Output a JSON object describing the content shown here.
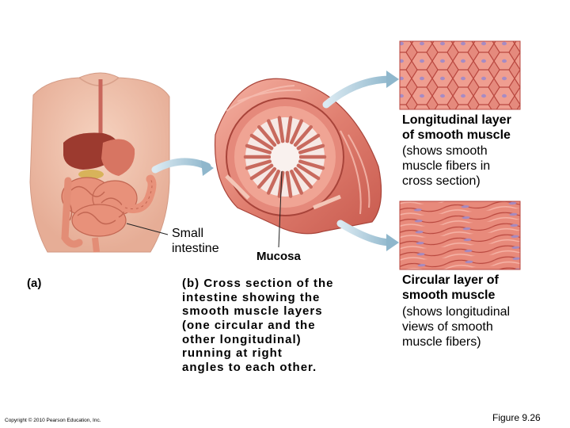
{
  "labels": {
    "longitudinal_title": "Longitudinal layer\nof smooth muscle",
    "longitudinal_desc": "(shows smooth\nmuscle fibers in\ncross section)",
    "small_intestine": "Small\nintestine",
    "mucosa": "Mucosa",
    "panel_a": "(a)",
    "panel_b_caption": "(b) Cross section of the\nintestine showing the\nsmooth muscle layers\n(one circular and the\nother longitudinal)\nrunning at right\nangles to each other.",
    "circular_title": "Circular layer of\nsmooth muscle",
    "circular_desc": "(shows longitudinal\nviews of smooth\nmuscle fibers)"
  },
  "footer": {
    "copyright": "Copyright © 2010 Pearson Education, Inc.",
    "figure_number": "Figure 9.26"
  },
  "colors": {
    "skin": "#f0c2ac",
    "muscle_red": "#c9504a",
    "muscle_light": "#f2a294",
    "intestine": "#e8917a",
    "arrow_blue": "#9fc3d6"
  }
}
